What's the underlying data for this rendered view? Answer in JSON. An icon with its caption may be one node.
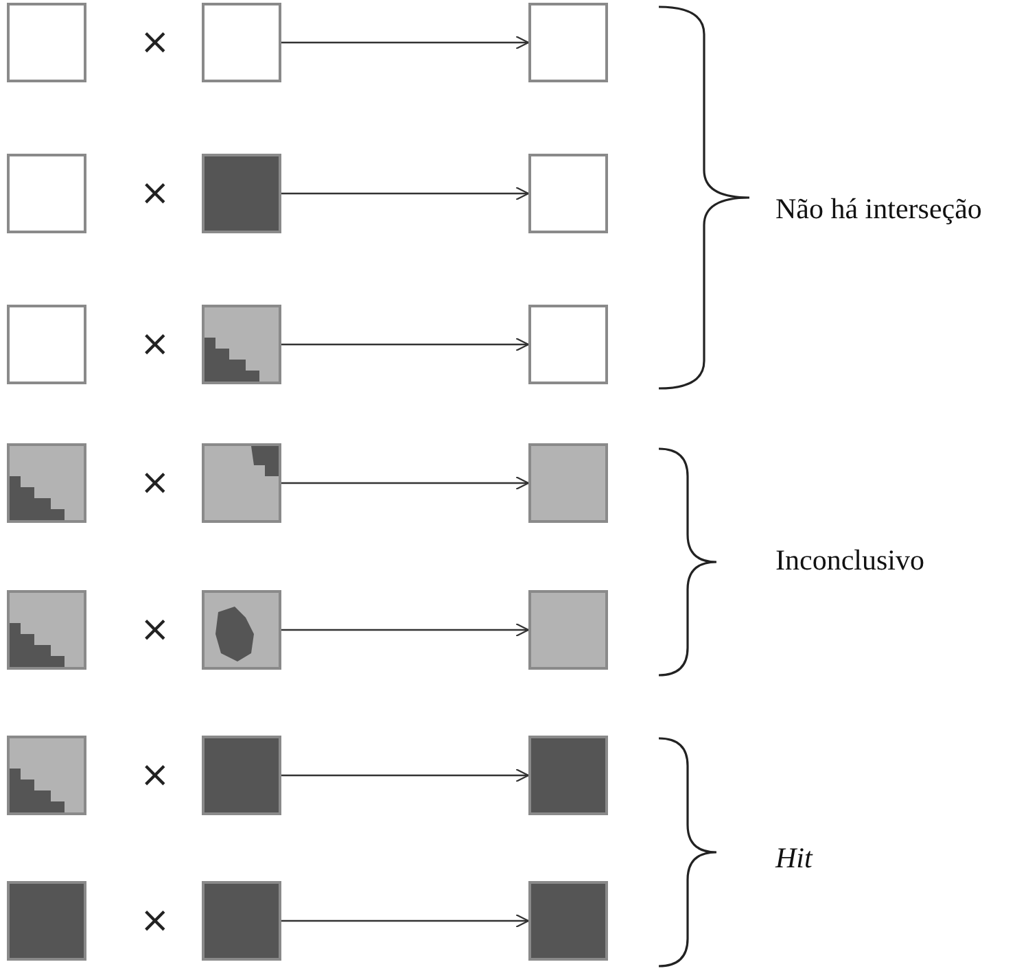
{
  "diagram": {
    "nodes": [
      {
        "text": [],
        "shape": "box"
      },
      {
        "text": [],
        "shape": "box"
      },
      {
        "text": [],
        "shape": "box"
      },
      {
        "text": [],
        "shape": "box"
      },
      {
        "text": [],
        "shape": "box"
      },
      {
        "text": [],
        "shape": "box"
      },
      {
        "text": [],
        "shape": "box"
      },
      {
        "text": [],
        "shape": "box"
      },
      {
        "text": [],
        "shape": "box"
      },
      {
        "text": [],
        "shape": "box"
      },
      {
        "text": [],
        "shape": "box"
      },
      {
        "text": [],
        "shape": "box"
      },
      {
        "text": [],
        "shape": "box"
      },
      {
        "text": [],
        "shape": "box"
      },
      {
        "text": [],
        "shape": "box"
      },
      {
        "text": [],
        "shape": "box"
      },
      {
        "text": [],
        "shape": "box"
      },
      {
        "text": [],
        "shape": "box"
      },
      {
        "text": [],
        "shape": "box"
      },
      {
        "text": [],
        "shape": "box"
      },
      {
        "text": [],
        "shape": "box"
      }
    ],
    "edges": [
      {
        "from": 1,
        "to": 2,
        "arrow": "to"
      },
      {
        "from": 4,
        "to": 5,
        "arrow": "to"
      },
      {
        "from": 7,
        "to": 8,
        "arrow": "to"
      },
      {
        "from": 10,
        "to": 11,
        "arrow": "to"
      },
      {
        "from": 13,
        "to": 14,
        "arrow": "to"
      },
      {
        "from": 16,
        "to": 17,
        "arrow": "to"
      },
      {
        "from": 19,
        "to": 20,
        "arrow": "to"
      }
    ],
    "labels": [
      "×",
      "×",
      "×",
      "Não há interseção",
      "×",
      "×",
      "Inconclusivo",
      "×",
      "×",
      "*Hit*"
    ]
  }
}
